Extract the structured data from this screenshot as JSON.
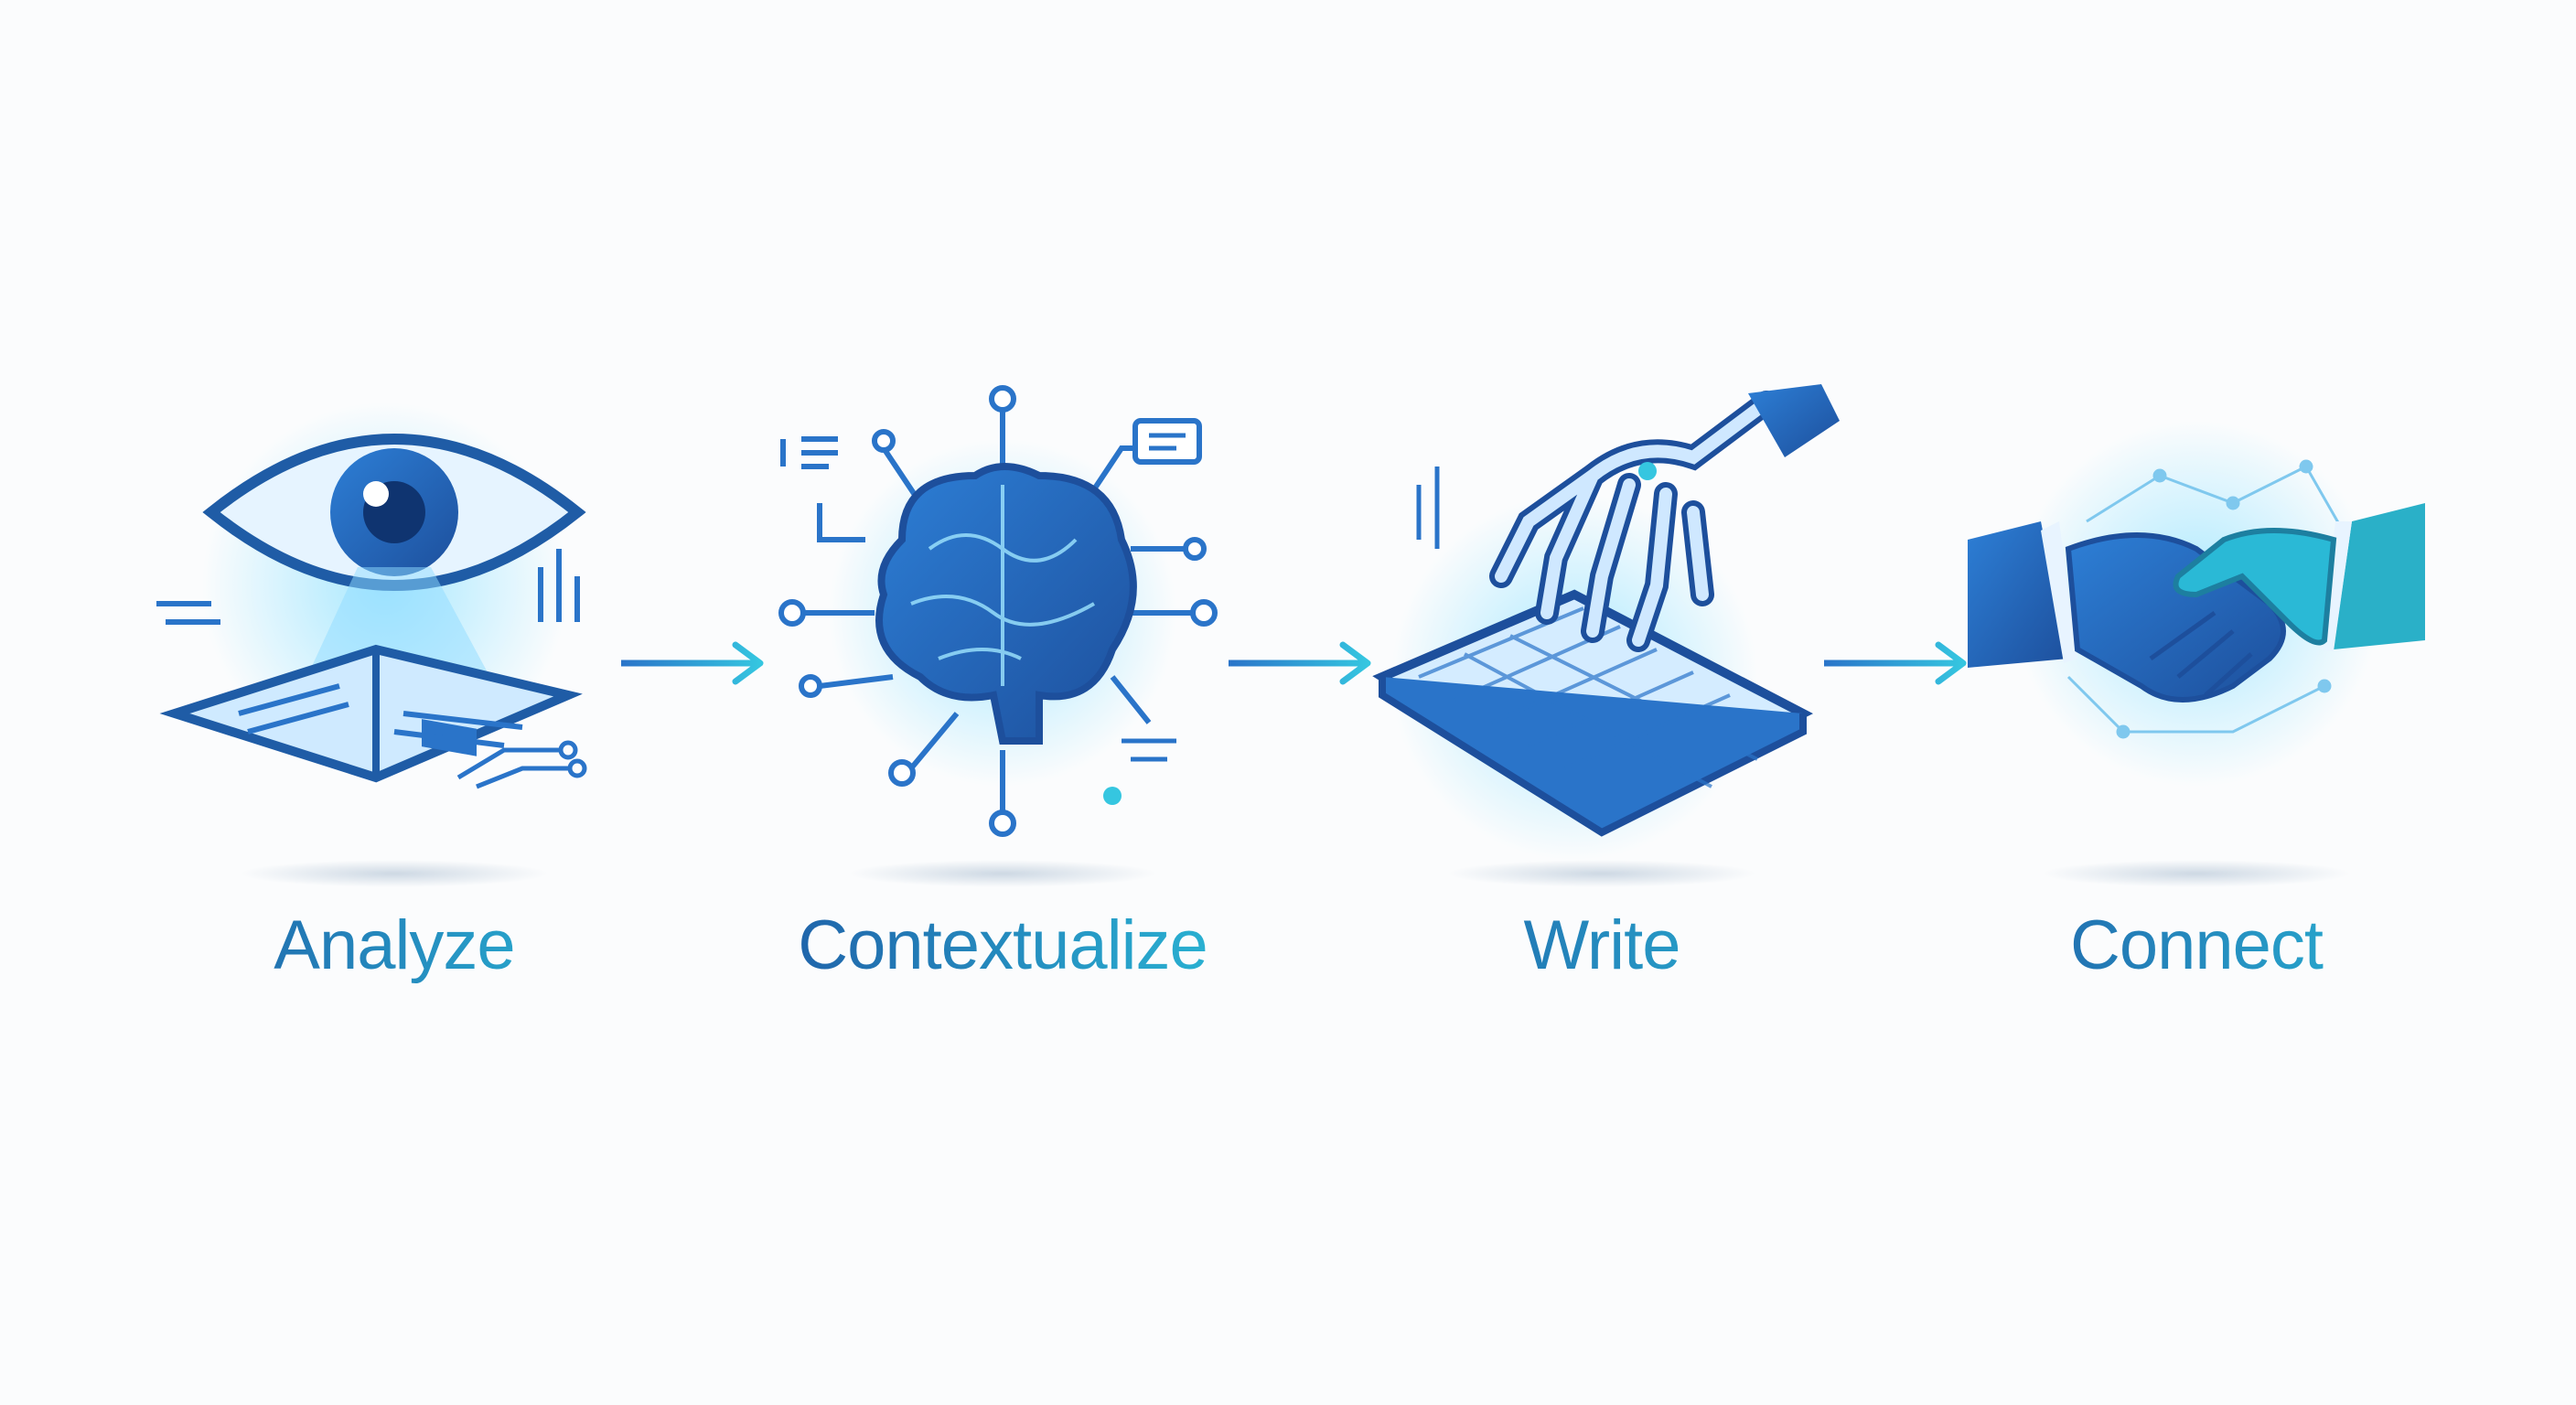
{
  "steps": [
    {
      "label": "Analyze",
      "icon": "eye-book-icon"
    },
    {
      "label": "Contextualize",
      "icon": "brain-network-icon"
    },
    {
      "label": "Write",
      "icon": "robot-hand-keyboard-icon"
    },
    {
      "label": "Connect",
      "icon": "handshake-icon"
    }
  ],
  "colors": {
    "primary": "#1f5ca6",
    "accent": "#2ab9d6",
    "arrow": "#2fb8e0"
  }
}
